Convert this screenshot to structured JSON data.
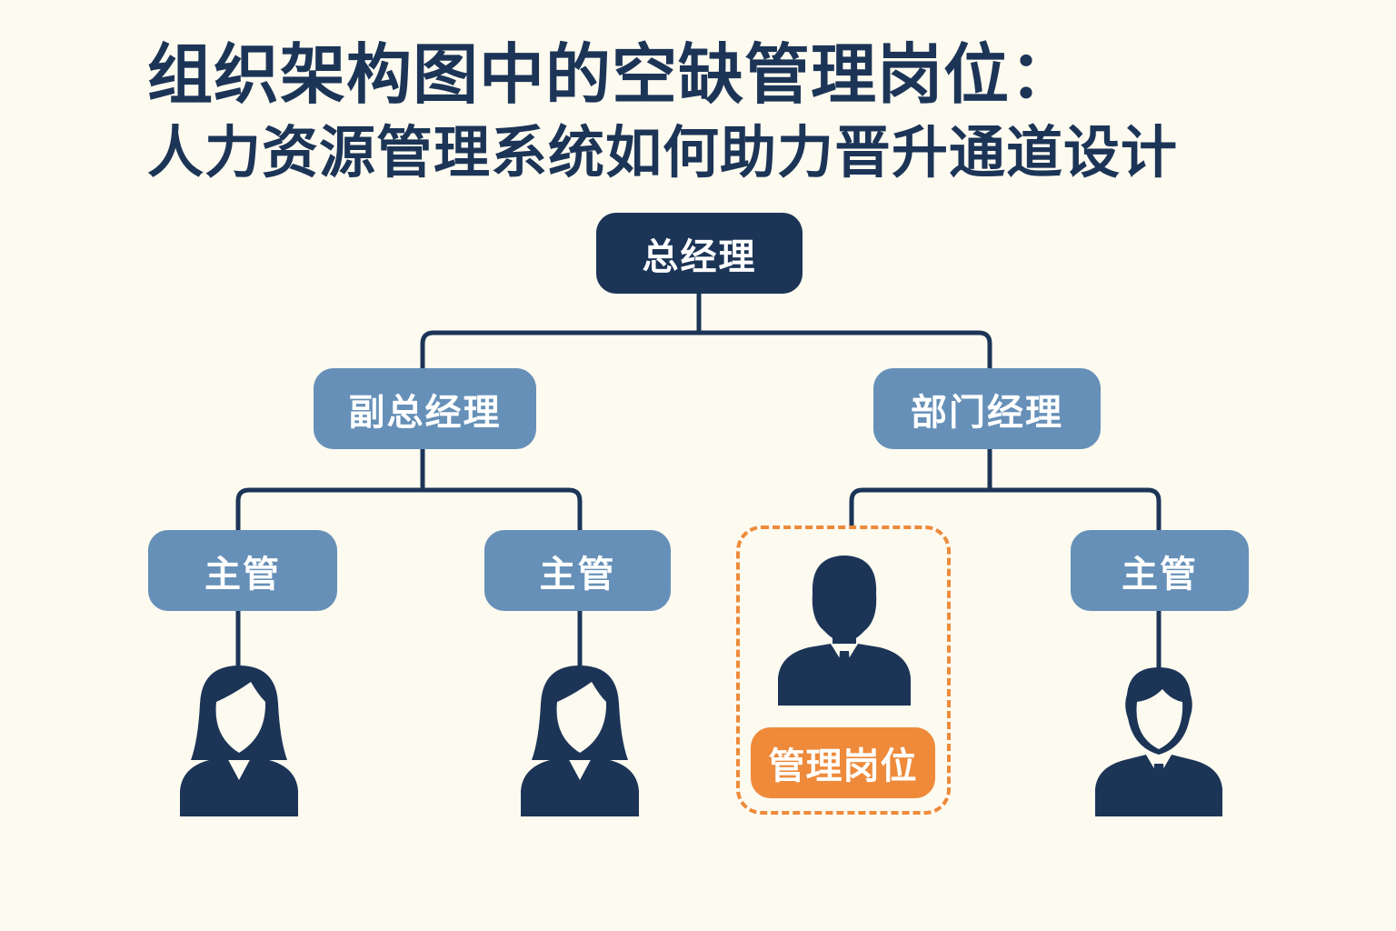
{
  "title": {
    "line1": "组织架构图中的空缺管理岗位：",
    "line2": "人力资源管理系统如何助力晋升通道设计"
  },
  "org": {
    "top": "总经理",
    "deputy": "副总经理",
    "dept_manager": "部门经理",
    "supervisor_1": "主管",
    "supervisor_2": "主管",
    "supervisor_3": "主管",
    "vacant_label": "管理岗位"
  },
  "colors": {
    "navy": "#1c3557",
    "steel_blue": "#6690b8",
    "orange": "#ee8a3a",
    "background": "#fdfaf0"
  },
  "icons": [
    "woman-avatar-icon",
    "woman-avatar-icon",
    "man-avatar-icon",
    "man-avatar-icon"
  ]
}
